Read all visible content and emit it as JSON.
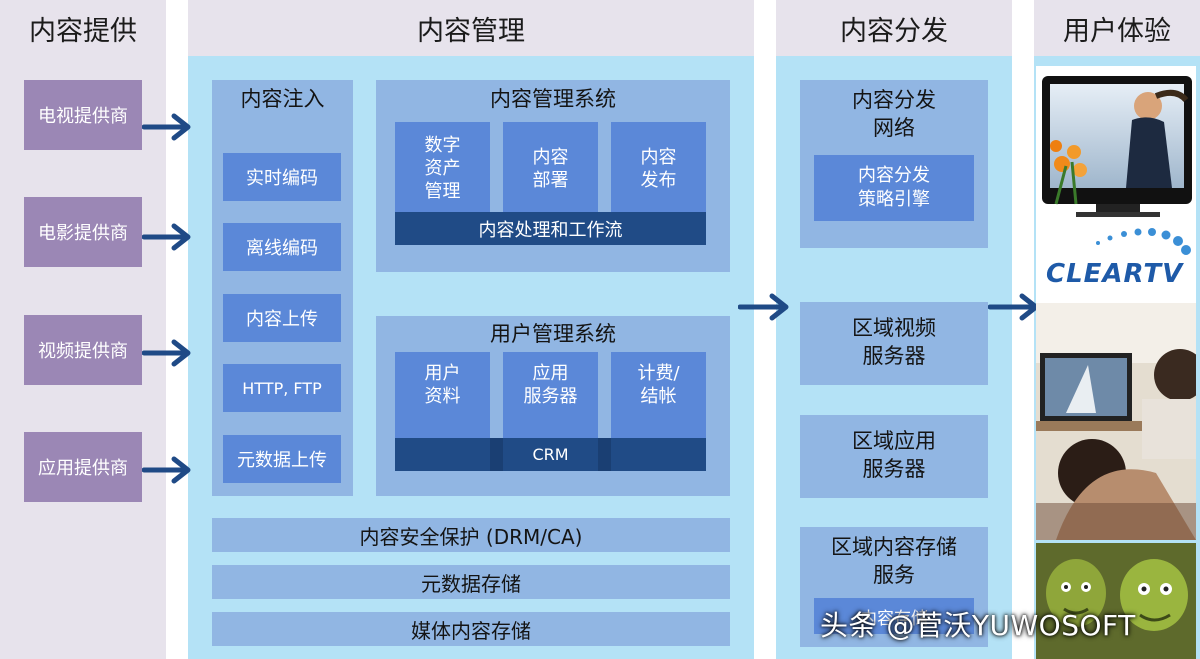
{
  "headers": {
    "content_provide": "内容提供",
    "content_manage": "内容管理",
    "content_distribute": "内容分发",
    "user_experience": "用户体验"
  },
  "providers": [
    "电视提供商",
    "电影提供商",
    "视频提供商",
    "应用提供商"
  ],
  "ingest": {
    "title": "内容注入",
    "items": [
      "实时编码",
      "离线编码",
      "内容上传",
      "HTTP, FTP",
      "元数据上传"
    ]
  },
  "cms": {
    "title": "内容管理系统",
    "modules": [
      [
        "数字",
        "资产",
        "管理"
      ],
      [
        "内容",
        "部署"
      ],
      [
        "内容",
        "发布"
      ]
    ],
    "bar": "内容处理和工作流"
  },
  "ums": {
    "title": "用户管理系统",
    "modules": [
      [
        "用户",
        "资料"
      ],
      [
        "应用",
        "服务器"
      ],
      [
        "计费/",
        "结帐"
      ]
    ],
    "bar": "CRM"
  },
  "bottom_bars": [
    "内容安全保护 (DRM/CA)",
    "元数据存储",
    "媒体内容存储"
  ],
  "distribution": {
    "cdn": [
      "内容分发",
      "网络"
    ],
    "cdn_inner": [
      "内容分发",
      "策略引擎"
    ],
    "video_server": [
      "区域视频",
      "服务器"
    ],
    "app_server": [
      "区域应用",
      "服务器"
    ],
    "storage": [
      "区域内容存储",
      "服务"
    ],
    "storage_inner": "内容存储"
  },
  "experience": {
    "logo": "CLEARTV"
  },
  "watermark": "头条 @菅沃YUWOSOFT",
  "colors": {
    "provider": "#9b87b5",
    "panel": "#91b6e3",
    "box": "#5b88d8",
    "bar": "#204b86",
    "sky": "#b4e2f6",
    "arrow": "#1f4a86"
  }
}
